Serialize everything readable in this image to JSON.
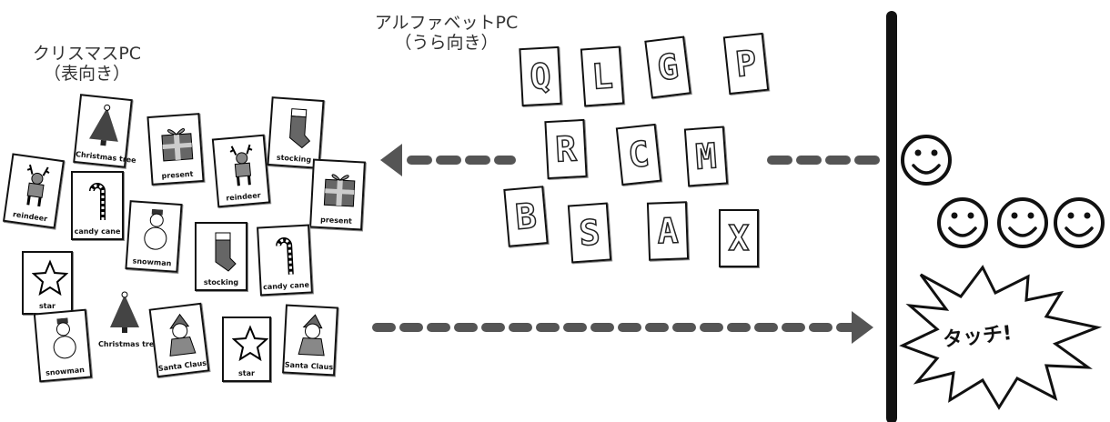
{
  "labels": {
    "christmas_group": [
      "クリスマスPC",
      "（表向き）"
    ],
    "alphabet_group": [
      "アルファベットPC",
      "（うら向き）"
    ]
  },
  "touch_text": "タッチ!",
  "christmas_cards": [
    {
      "text": "Christmas tree",
      "icon": "tree-icon"
    },
    {
      "text": "present",
      "icon": "present-icon"
    },
    {
      "text": "reindeer",
      "icon": "reindeer-icon"
    },
    {
      "text": "stocking",
      "icon": "stocking-icon"
    },
    {
      "text": "reindeer",
      "icon": "reindeer-icon"
    },
    {
      "text": "candy cane",
      "icon": "candy-cane-icon"
    },
    {
      "text": "present",
      "icon": "present-icon"
    },
    {
      "text": "snowman",
      "icon": "snowman-icon"
    },
    {
      "text": "stocking",
      "icon": "stocking-icon"
    },
    {
      "text": "candy cane",
      "icon": "candy-cane-icon"
    },
    {
      "text": "star",
      "icon": "star-icon"
    },
    {
      "text": "Christmas tree",
      "icon": "tree-icon"
    },
    {
      "text": "snowman",
      "icon": "snowman-icon"
    },
    {
      "text": "Santa Claus",
      "icon": "santa-icon"
    },
    {
      "text": "star",
      "icon": "star-icon"
    },
    {
      "text": "Santa Claus",
      "icon": "santa-icon"
    }
  ],
  "alphabet_cards": [
    "Q",
    "L",
    "G",
    "P",
    "R",
    "C",
    "M",
    "B",
    "S",
    "A",
    "X"
  ],
  "colors": {
    "arrow": "#555555",
    "pole": "#111111",
    "card_border": "#111111"
  }
}
